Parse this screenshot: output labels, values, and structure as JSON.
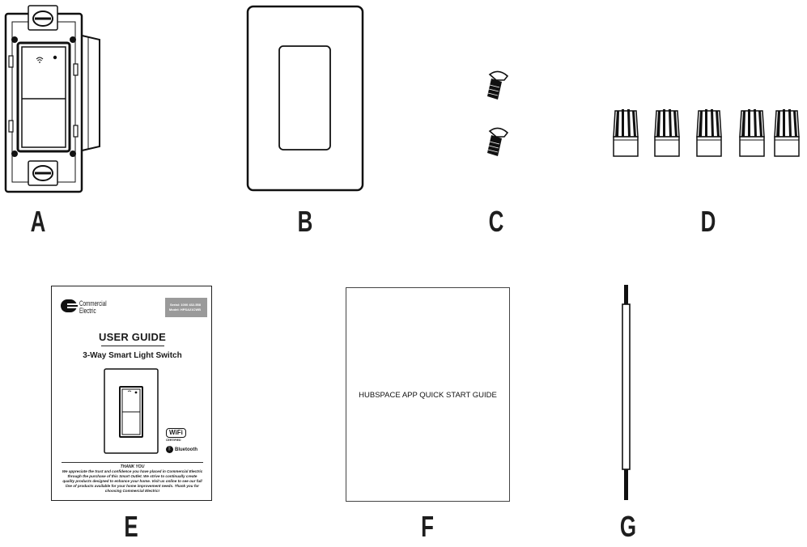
{
  "parts": [
    {
      "letter": "A",
      "item": "smart-switch"
    },
    {
      "letter": "B",
      "item": "wall-plate"
    },
    {
      "letter": "C",
      "item": "mounting-screws"
    },
    {
      "letter": "D",
      "item": "wire-connectors"
    },
    {
      "letter": "E",
      "item": "user-guide"
    },
    {
      "letter": "F",
      "item": "quick-start-guide"
    },
    {
      "letter": "G",
      "item": "wire"
    }
  ],
  "user_guide": {
    "brand_line1": "Commercial",
    "brand_line2": "Electric",
    "contact_line1": "Serial: 1000 432-558",
    "contact_line2": "Model: HPSA21CWB",
    "title": "USER GUIDE",
    "subtitle": "3-Way Smart Light Switch",
    "wifi_label": "WiFi",
    "wifi_sub": "CERTIFIED",
    "bluetooth_label": "Bluetooth",
    "thanks_title": "THANK YOU",
    "thanks_body": "We appreciate the trust and confidence you have placed in Commercial Electric through the purchase of this Smart Outlet. We strive to continually create quality products designed to enhance your home. Visit us online to see our full line of products available for your home improvement needs. Thank you for choosing Commercial Electric!"
  },
  "quick_start": {
    "text": "HUBSPACE APP QUICK START GUIDE"
  }
}
